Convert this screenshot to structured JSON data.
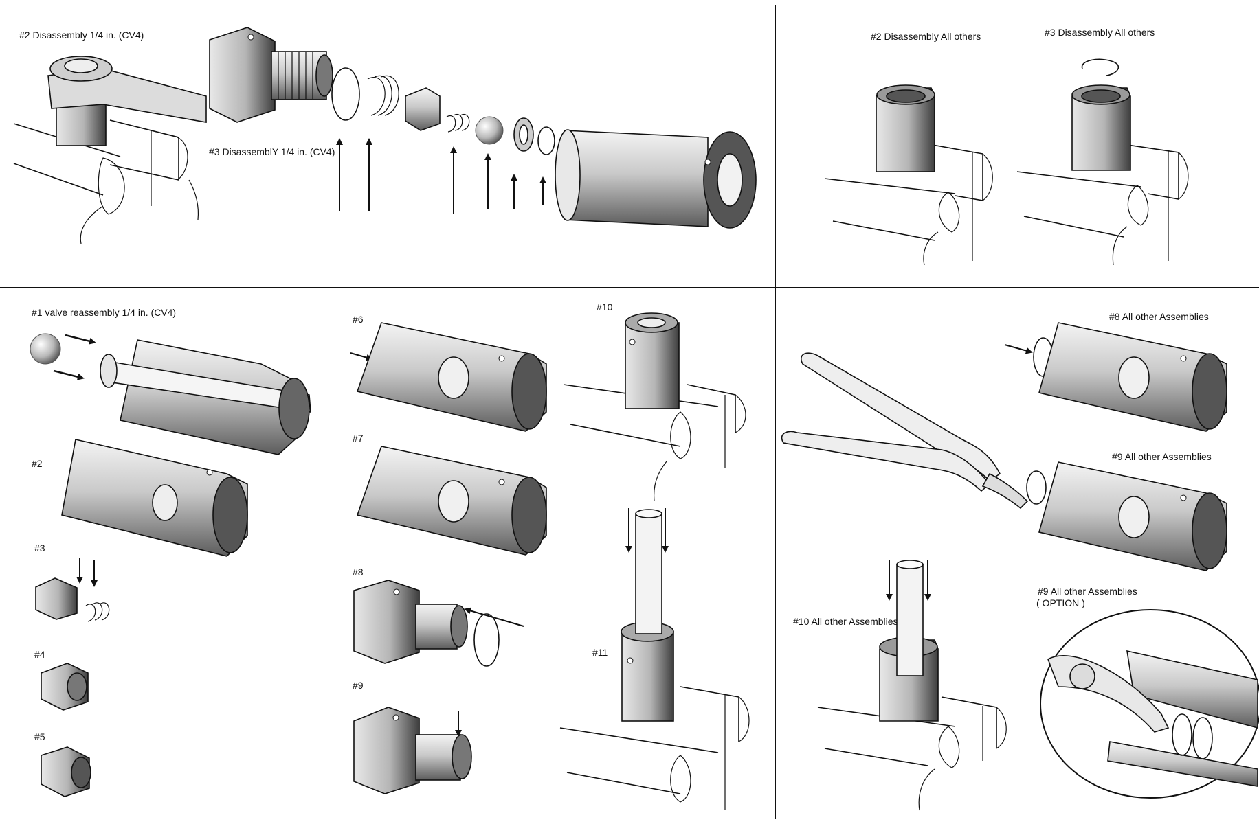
{
  "labels": {
    "dis2_quarter": "#2 Disassembly 1/4 in.  (CV4)",
    "dis3_quarter": "#3 DisassemblY 1/4 in.  (CV4)",
    "dis2_all": "#2 Disassembly All others",
    "dis3_all": "#3 Disassembly All others",
    "re1": "#1  valve reassembly 1/4 in.  (CV4)",
    "s2": "#2",
    "s3": "#3",
    "s4": "#4",
    "s5": "#5",
    "s6": "#6",
    "s7": "#7",
    "s8": "#8",
    "s9": "#9",
    "s10": "#10",
    "s11": "#11",
    "a8": "#8 All other Assemblies",
    "a9": "#9 All other Assemblies",
    "a10": "#10 All other Assemblies",
    "a9opt_1": "#9 All other Assemblies",
    "a9opt_2": "( OPTION )"
  }
}
